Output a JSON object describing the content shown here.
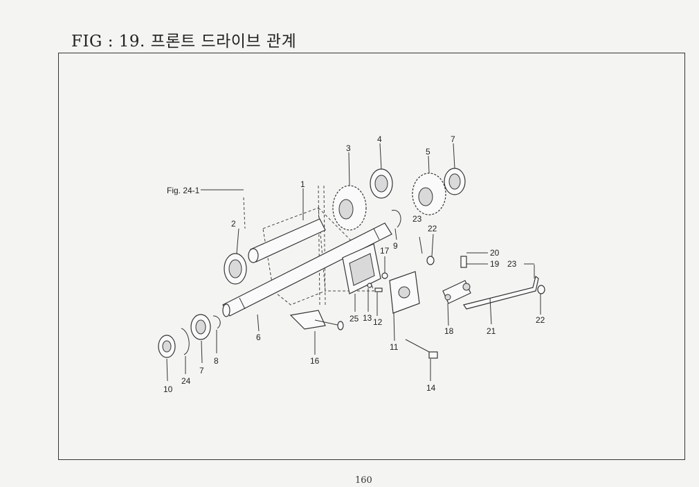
{
  "title": "FIG : 19. 프론트 드라이브 관계",
  "page_number": "160",
  "reference": "Fig. 24-1",
  "part_labels": {
    "p1": "1",
    "p2": "2",
    "p3": "3",
    "p4": "4",
    "p5": "5",
    "p6": "6",
    "p7a": "7",
    "p7b": "7",
    "p8": "8",
    "p9": "9",
    "p10": "10",
    "p11": "11",
    "p12": "12",
    "p13": "13",
    "p14": "14",
    "p16": "16",
    "p17": "17",
    "p18": "18",
    "p19": "19",
    "p20": "20",
    "p21": "21",
    "p22a": "22",
    "p22b": "22",
    "p23a": "23",
    "p23b": "23",
    "p24": "24",
    "p25": "25"
  }
}
